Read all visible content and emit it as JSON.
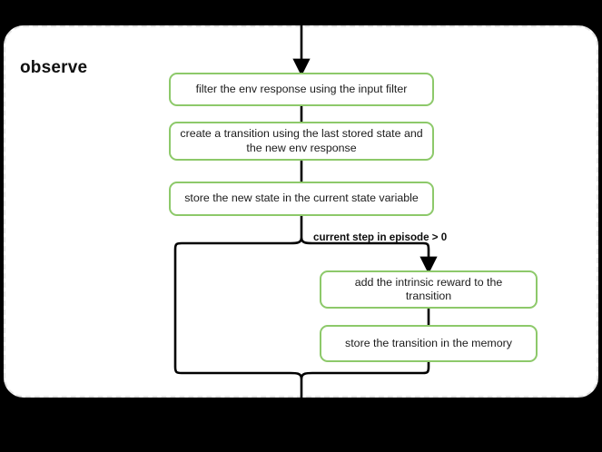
{
  "diagram": {
    "type": "flowchart",
    "background_color": "#000000",
    "panel": {
      "title": "observe",
      "background_color": "#ffffff",
      "border_style": "dashed",
      "border_color": "#e4e4e4"
    },
    "node_style": {
      "border_color": "#8dc96a",
      "fill_color": "#ffffff",
      "text_color": "#1b1b1b"
    },
    "edge_color": "#000000",
    "nodes": [
      {
        "id": "n1",
        "label": "filter the env response using the input filter"
      },
      {
        "id": "n2",
        "label": "create a transition using the last stored state and the new env response"
      },
      {
        "id": "n3",
        "label": "store the new state in the current state variable"
      },
      {
        "id": "n4",
        "label": "add the intrinsic reward to the transition"
      },
      {
        "id": "n5",
        "label": "store the transition in the memory"
      }
    ],
    "edge_labels": [
      {
        "id": "cond",
        "label": "current step in episode > 0"
      }
    ]
  }
}
